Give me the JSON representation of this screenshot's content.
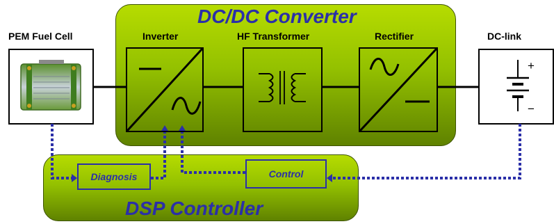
{
  "dcdc_converter": {
    "title": "DC/DC Converter"
  },
  "dsp_controller": {
    "title": "DSP Controller"
  },
  "blocks": {
    "fuel_cell": "PEM Fuel Cell",
    "inverter": "Inverter",
    "transformer": "HF Transformer",
    "rectifier": "Rectifier",
    "dc_link": "DC-link"
  },
  "dsp_blocks": {
    "diagnosis": "Diagnosis",
    "control": "Control"
  },
  "battery_signs": {
    "plus": "+",
    "minus": "−"
  },
  "colors": {
    "panel": "#94c100",
    "signal": "#2b2fa8",
    "wire": "#000000"
  }
}
